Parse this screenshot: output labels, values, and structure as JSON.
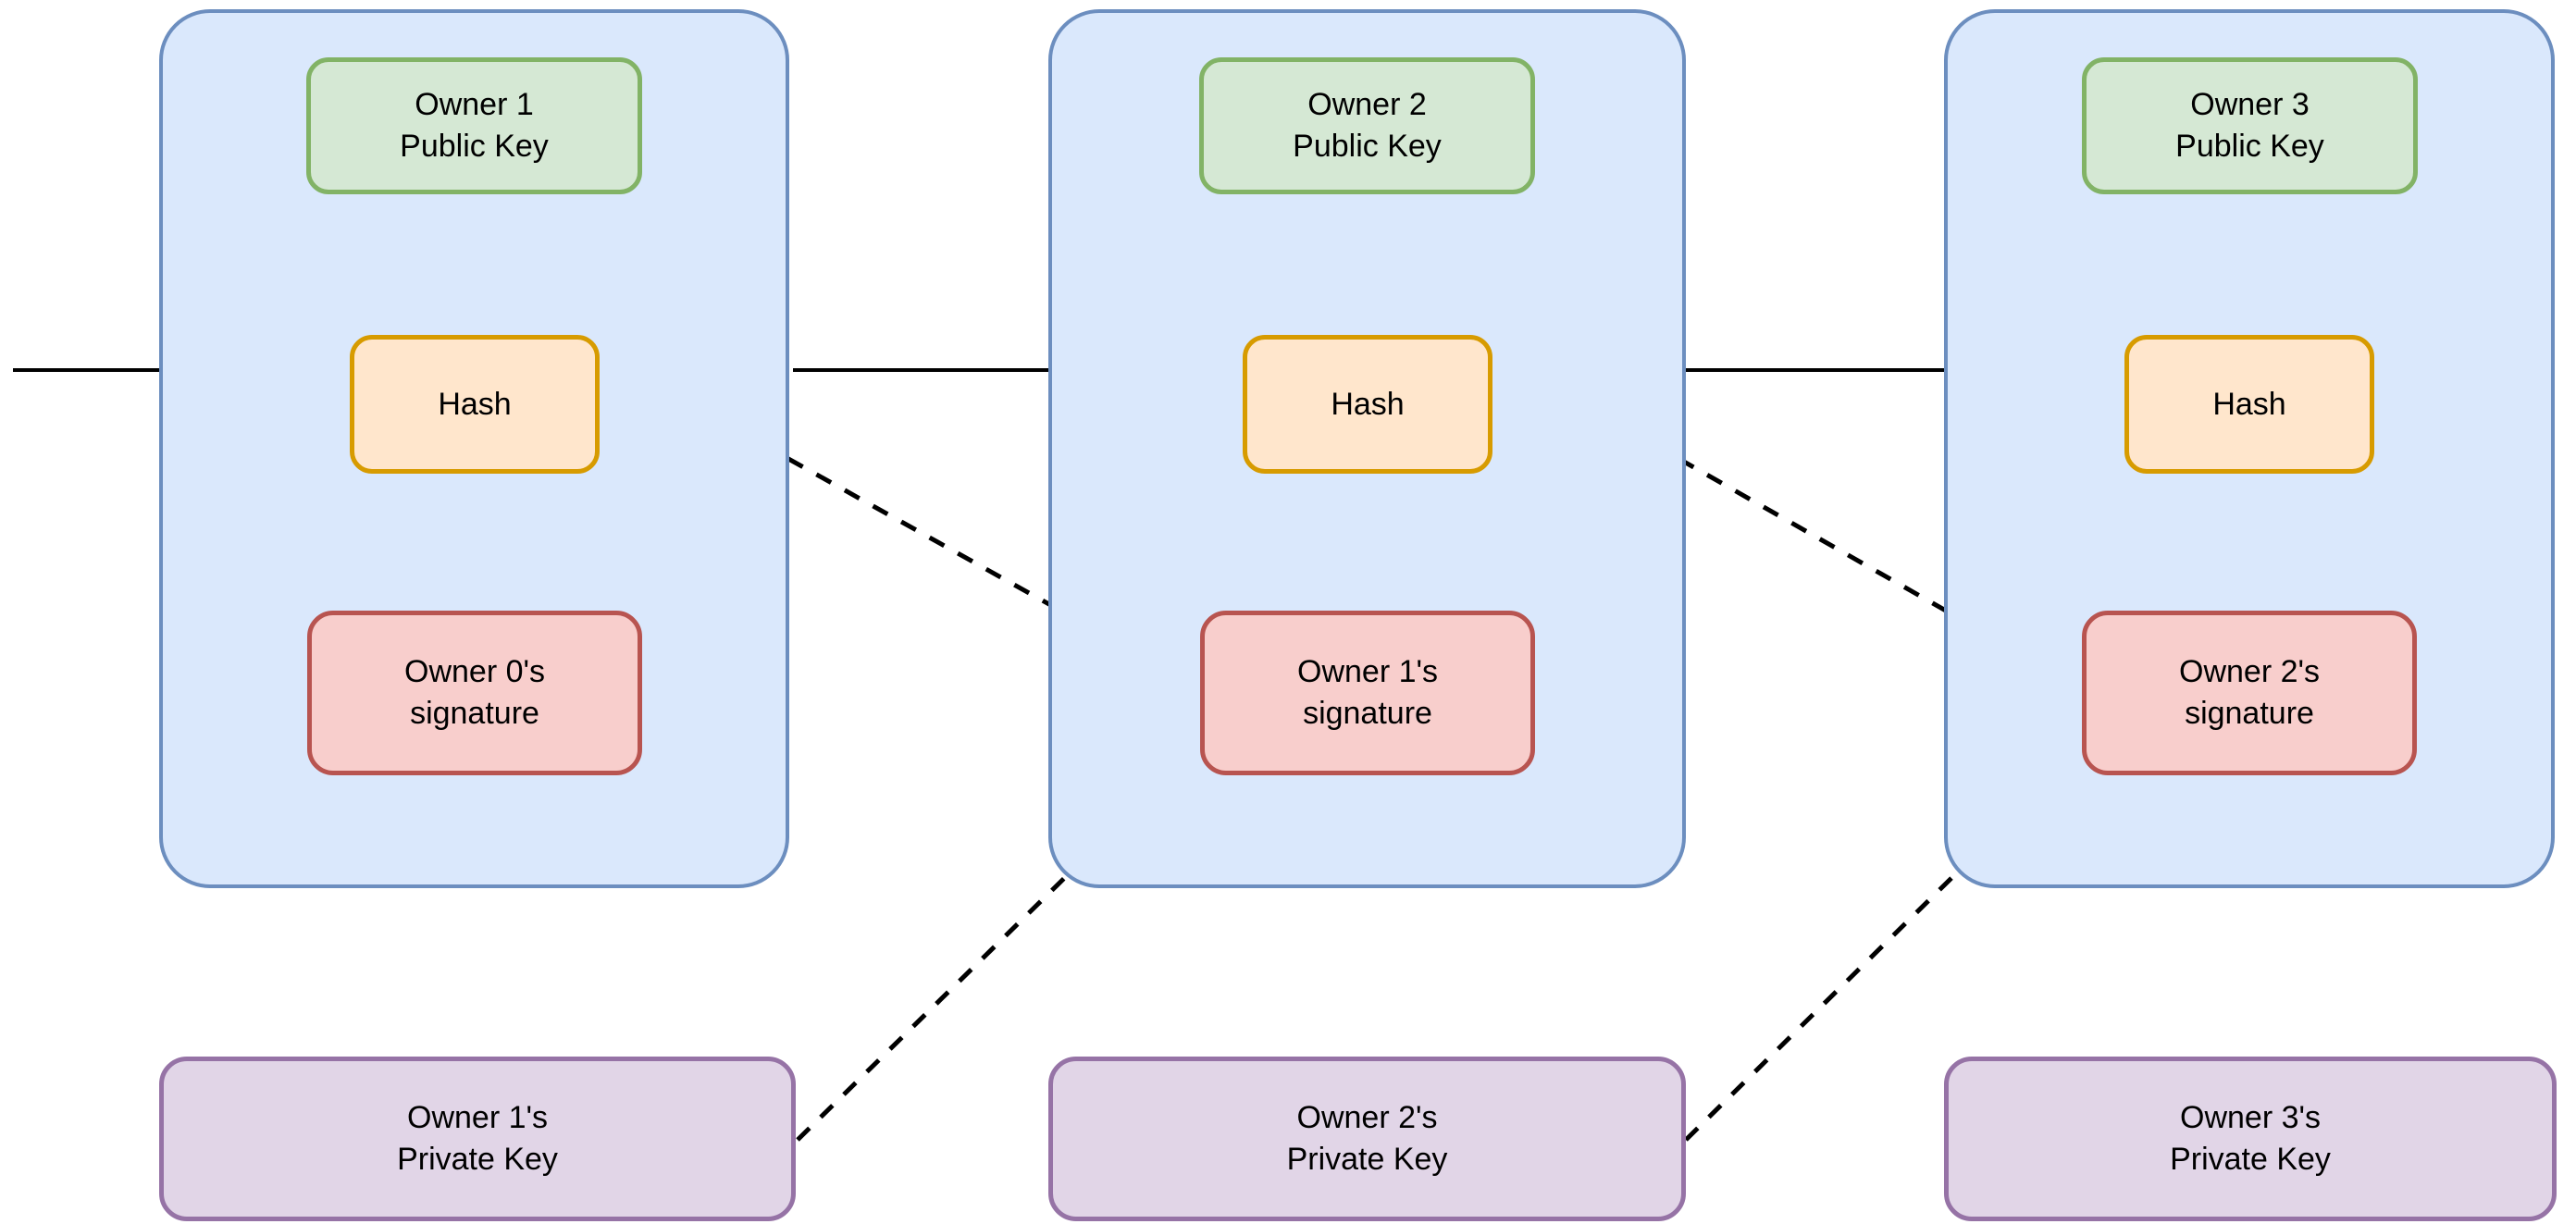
{
  "diagram": {
    "title": "transaction-chain-diagram",
    "blocks": [
      {
        "public_key": {
          "line1": "Owner 1",
          "line2": "Public Key"
        },
        "hash_label": "Hash",
        "signature": {
          "line1": "Owner 0's",
          "line2": "signature"
        }
      },
      {
        "public_key": {
          "line1": "Owner 2",
          "line2": "Public Key"
        },
        "hash_label": "Hash",
        "signature": {
          "line1": "Owner 1's",
          "line2": "signature"
        }
      },
      {
        "public_key": {
          "line1": "Owner 3",
          "line2": "Public Key"
        },
        "hash_label": "Hash",
        "signature": {
          "line1": "Owner 2's",
          "line2": "signature"
        }
      }
    ],
    "private_keys": [
      {
        "line1": "Owner 1's",
        "line2": "Private Key"
      },
      {
        "line1": "Owner 2's",
        "line2": "Private Key"
      },
      {
        "line1": "Owner 3's",
        "line2": "Private Key"
      }
    ],
    "colors": {
      "transaction_fill": "#dae8fc",
      "transaction_stroke": "#6c8ebf",
      "public_key_fill": "#d5e8d4",
      "public_key_stroke": "#82b366",
      "hash_fill": "#ffe6cc",
      "hash_stroke": "#d79b00",
      "signature_fill": "#f8cecc",
      "signature_stroke": "#b85450",
      "private_key_fill": "#e1d5e7",
      "private_key_stroke": "#9673a6",
      "edge_color": "#000000"
    }
  }
}
